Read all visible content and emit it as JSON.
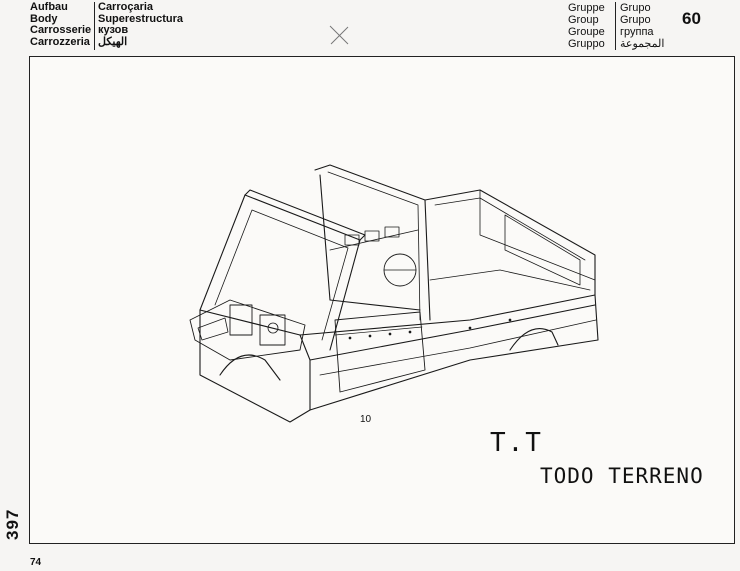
{
  "header": {
    "left": [
      "Aufbau",
      "Body",
      "Carrosserie",
      "Carrozzeria"
    ],
    "mid": [
      "Carroçaria",
      "Superestructura",
      "кузов",
      "الهيكل"
    ],
    "group_left": [
      "Gruppe",
      "Group",
      "Groupe",
      "Gruppo"
    ],
    "group_right": [
      "Grupo",
      "Grupo",
      "группа",
      "المجموعة"
    ],
    "group_number": "60"
  },
  "side_number": "397",
  "page_number": "74",
  "drawing": {
    "part_label": "10",
    "icon": "vehicle-body-shell-drawing"
  },
  "handwriting": {
    "line1": "T.T",
    "line2": "TODO TERRENO"
  }
}
